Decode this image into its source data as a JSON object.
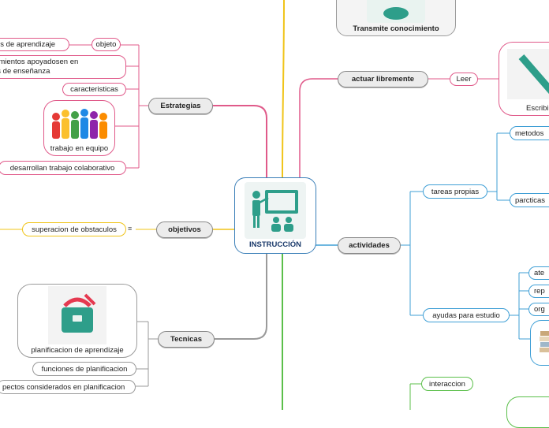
{
  "center": {
    "label": "INSTRUCCIÓN",
    "icon": "teacher-classroom-icon"
  },
  "top_node": {
    "label": "Transmite conocimiento",
    "icon": "brain-icon"
  },
  "branches": {
    "estrategias": {
      "label": "Estrategias",
      "children": [
        "os de aprendizaje",
        "objeto",
        "dimientos apoyadosen en\nas de  enseñanza",
        "caracteristicas",
        "trabajo en equipo",
        "desarrollan trabajo colaborativo"
      ],
      "image_icon": "team-people-icon"
    },
    "objetivos": {
      "label": "objetivos",
      "children": [
        "superacion de obstaculos"
      ],
      "note_icon": "notes-icon"
    },
    "tecnicas": {
      "label": "Tecnicas",
      "children": [
        "planificacion de aprendizaje",
        "funciones de planificacion",
        "pectos considerados en planificacion"
      ],
      "image_icon": "briefcase-icon"
    },
    "actuar": {
      "label": "actuar libremente",
      "children": [
        "Leer",
        "Escribi"
      ],
      "image_icon": "pencil-icon"
    },
    "actividades": {
      "label": "actividades",
      "children": [
        "tareas propias",
        "metodos",
        "parcticas",
        "ayudas para estudio",
        "ate",
        "rep",
        "org"
      ],
      "image_icon": "books-icon"
    },
    "bottom": {
      "children": [
        "interaccion"
      ]
    }
  },
  "colors": {
    "pink": "#e05a8a",
    "blue": "#3f9fd6",
    "yellow": "#f0c419",
    "green": "#5bbf4a",
    "gray": "#9a9a9a",
    "teal": "#2e9e8a"
  }
}
